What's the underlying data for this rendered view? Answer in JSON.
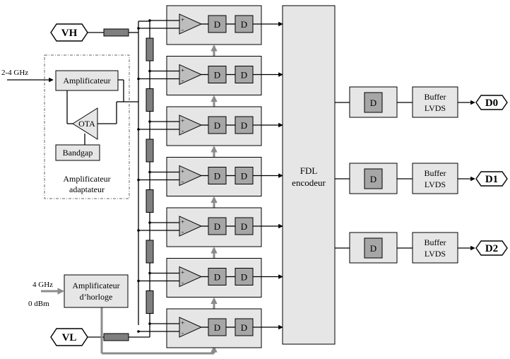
{
  "inputs": {
    "vh": "VH",
    "vl": "VL",
    "rf_freq": "2-4 GHz",
    "clk_freq": "4 GHz",
    "clk_power": "0 dBm"
  },
  "adaptive_amp": {
    "amplifier": "Amplificateur",
    "ota": "OTA",
    "bandgap": "Bandgap",
    "caption_line1": "Amplificateur",
    "caption_line2": "adaptateur"
  },
  "clock_amp": {
    "line1": "Amplificateur",
    "line2": "d’horloge"
  },
  "comparator": {
    "plus": "+",
    "minus": "-",
    "latch": "D"
  },
  "encoder": {
    "line1": "FDL",
    "line2": "encodeur"
  },
  "outputs": {
    "latch": "D",
    "buffer_line1": "Buffer",
    "buffer_line2": "LVDS",
    "labels": [
      "D0",
      "D1",
      "D2"
    ]
  },
  "colors": {
    "block_fill": "#e6e6e6",
    "latch_fill": "#a6a6a6",
    "comparator_fill": "#bdbdbd",
    "resistor_fill": "#7f7f7f",
    "clock_line": "#8c8c8c"
  }
}
